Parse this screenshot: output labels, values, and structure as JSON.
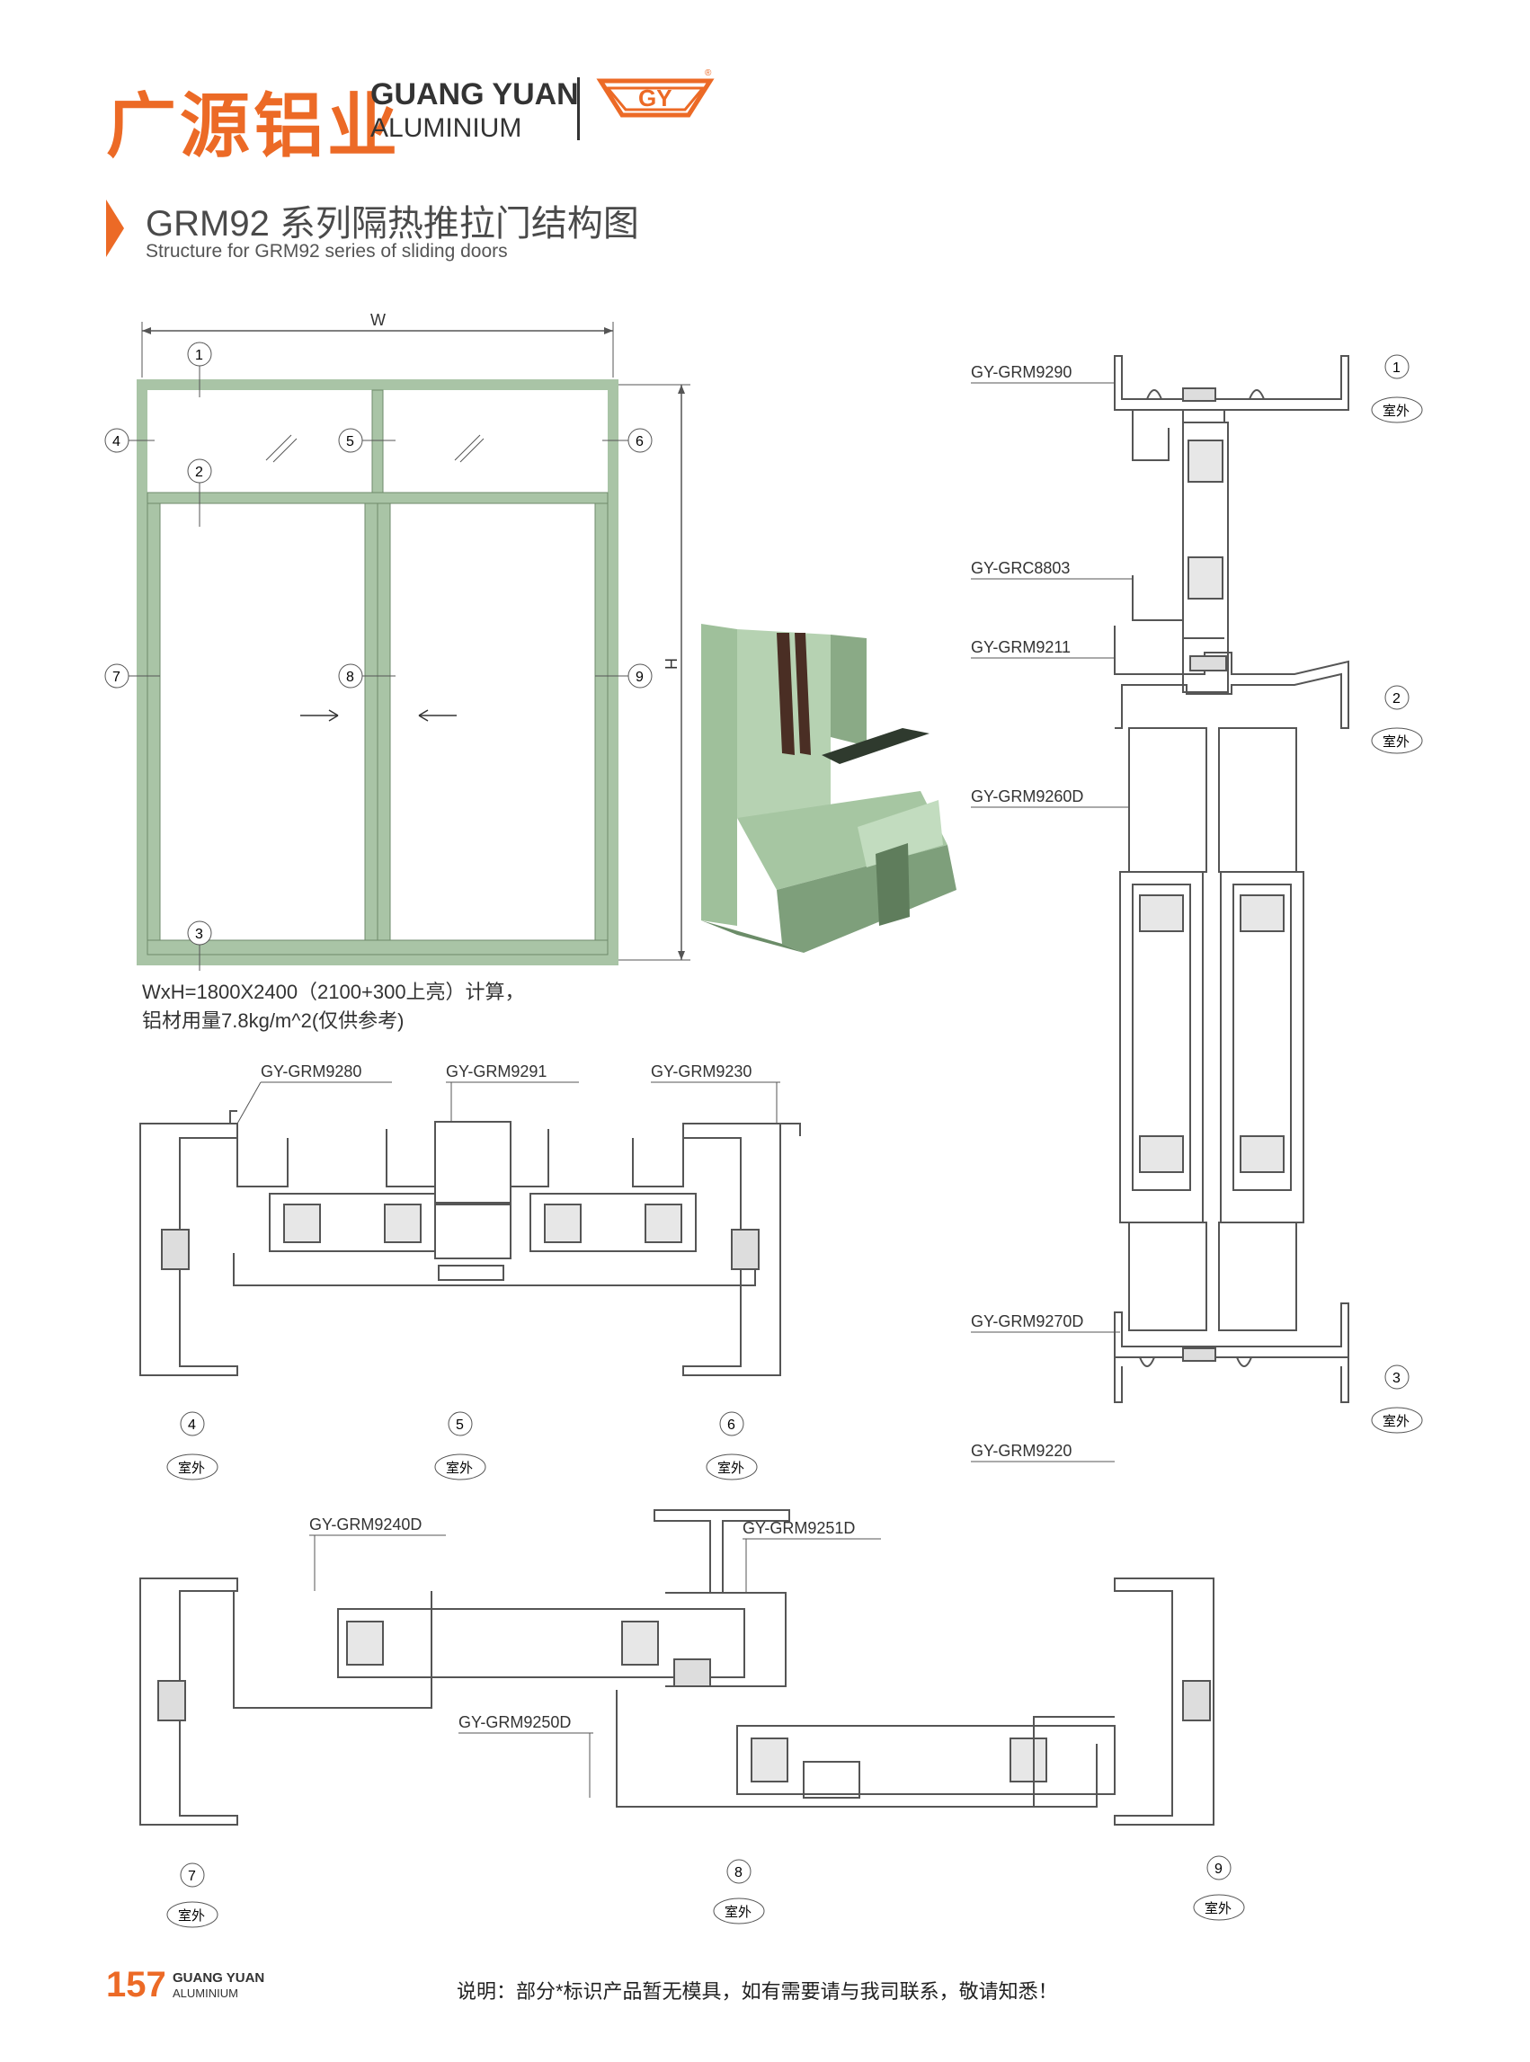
{
  "brand": {
    "name_cn": "广源铝业",
    "name_en_line1": "GUANG YUAN",
    "name_en_line2": "ALUMINIUM",
    "logo_text": "GY",
    "color": "#ec6a26"
  },
  "title": {
    "main": "GRM92 系列隔热推拉门结构图",
    "sub": "Structure for GRM92 series of sliding doors"
  },
  "elevation": {
    "width_label": "W",
    "height_label": "H",
    "callouts": [
      "1",
      "2",
      "3",
      "4",
      "5",
      "6",
      "7",
      "8",
      "9"
    ],
    "frame_color": "#a9c4a6"
  },
  "caption": {
    "line1": "WxH=1800X2400（2100+300上亮）计算，",
    "line2": "铝材用量7.8kg/m^2(仅供参考)"
  },
  "vertical_section": {
    "labels": [
      "GY-GRM9290",
      "GY-GRC8803",
      "GY-GRM9211",
      "GY-GRM9260D",
      "GY-GRM9270D",
      "GY-GRM9220"
    ],
    "callouts": [
      "1",
      "2",
      "3"
    ],
    "outside_tag": "室外"
  },
  "transom_section": {
    "labels": [
      "GY-GRM9280",
      "GY-GRM9291",
      "GY-GRM9230"
    ],
    "callouts": [
      "4",
      "5",
      "6"
    ],
    "outside_tag": "室外"
  },
  "door_section": {
    "labels": [
      "GY-GRM9240D",
      "GY-GRM9251D",
      "GY-GRM9250D"
    ],
    "callouts": [
      "7",
      "8",
      "9"
    ],
    "outside_tag": "室外"
  },
  "footer": {
    "page": "157",
    "brand_line1": "GUANG YUAN",
    "brand_line2": "ALUMINIUM",
    "note": "说明：部分*标识产品暂无模具，如有需要请与我司联系，敬请知悉！"
  }
}
